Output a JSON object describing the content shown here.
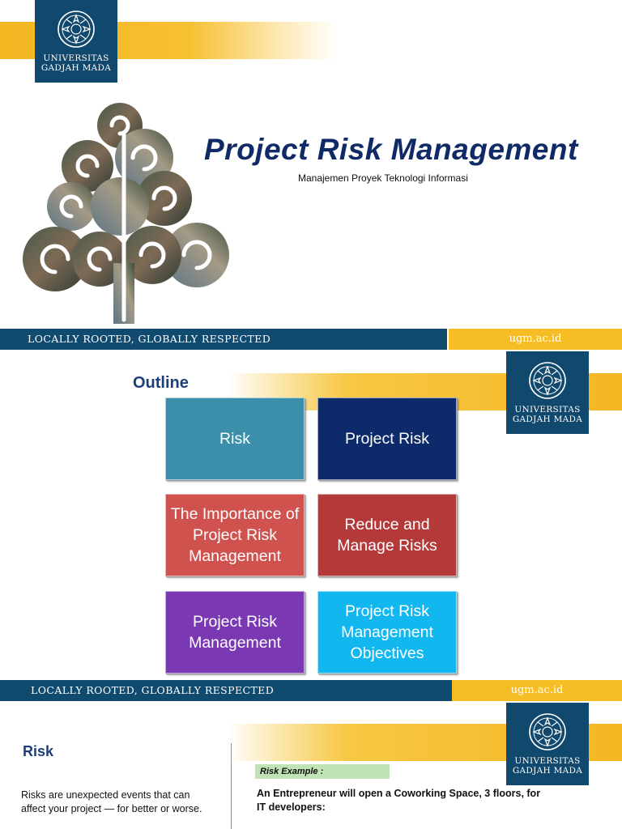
{
  "slide1": {
    "logo": {
      "line1": "UNIVERSITAS",
      "line2": "GADJAH MADA"
    },
    "title": "Project Risk Management",
    "subtitle": "Manajemen Proyek Teknologi Informasi",
    "footer": {
      "tagline": "LOCALLY ROOTED, GLOBALLY RESPECTED",
      "url": "ugm.ac.id"
    }
  },
  "slide2": {
    "logo": {
      "line1": "UNIVERSITAS",
      "line2": "GADJAH MADA"
    },
    "title": "Outline",
    "boxes": [
      {
        "label": "Risk",
        "color": "#3b8fab"
      },
      {
        "label": "Project Risk",
        "color": "#0d2b6b"
      },
      {
        "label": "The Importance of Project Risk Management",
        "color": "#d0524f"
      },
      {
        "label": "Reduce and Manage Risks",
        "color": "#b43a3a"
      },
      {
        "label": "Project Risk Management",
        "color": "#7a39b3"
      },
      {
        "label": "Project Risk Management Objectives",
        "color": "#12b7ef"
      }
    ],
    "footer": {
      "tagline": "LOCALLY ROOTED, GLOBALLY RESPECTED",
      "url": "ugm.ac.id"
    }
  },
  "slide3": {
    "logo": {
      "line1": "UNIVERSITAS",
      "line2": "GADJAH MADA"
    },
    "title": "Risk",
    "body": "Risks are unexpected events that can affect your project — for better or worse.",
    "example_label": "Risk Example :",
    "example_text": "An Entrepreneur will open a Coworking Space, 3 floors, for IT developers:"
  },
  "colors": {
    "navy": "#11486d",
    "gold": "#f6bd25",
    "title": "#0f2a66"
  }
}
